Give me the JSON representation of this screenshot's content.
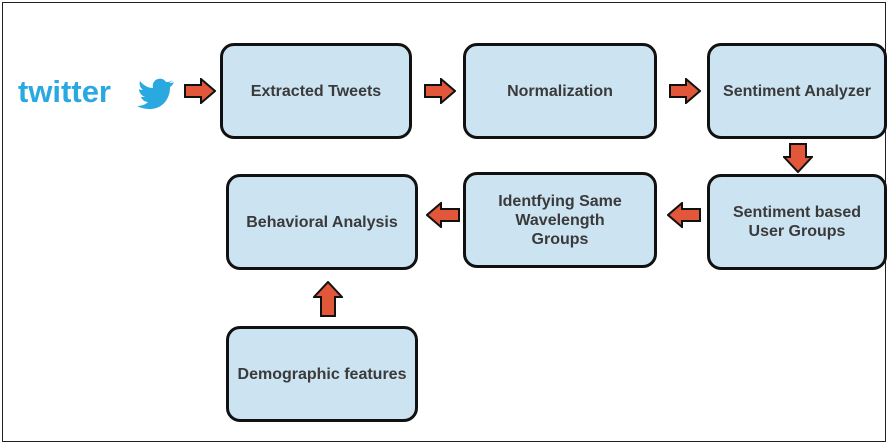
{
  "logo": {
    "text": "twitter",
    "color": "#2aa9e0"
  },
  "nodes": {
    "extracted_tweets": "Extracted Tweets",
    "normalization": "Normalization",
    "sentiment_analyzer": "Sentiment Analyzer",
    "sentiment_user_groups": "Sentiment based User Groups",
    "same_wavelength_groups": "Identfying Same Wavelength Groups",
    "behavioral_analysis": "Behavioral Analysis",
    "demographic_features": "Demographic features"
  },
  "colors": {
    "box_fill": "#cce3f1",
    "arrow_fill": "#e2573a",
    "border": "#111111"
  }
}
